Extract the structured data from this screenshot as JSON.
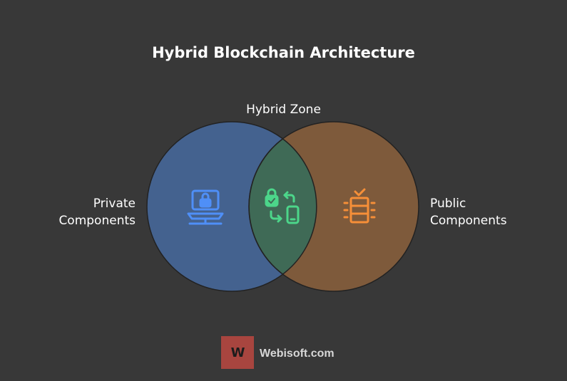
{
  "title": "Hybrid Blockchain Architecture",
  "regions": {
    "hybrid": {
      "label": "Hybrid Zone",
      "icon": "lock-exchange-mobile-icon",
      "color": "#4cd68a"
    },
    "private": {
      "line1": "Private",
      "line2": "Components",
      "icon": "laptop-lock-icon",
      "color": "#4f8ff7"
    },
    "public": {
      "line1": "Public",
      "line2": "Components",
      "icon": "server-check-icon",
      "color": "#f68f38"
    }
  },
  "colors": {
    "background": "#383838",
    "private_fill": "#44628f",
    "public_fill": "#7e5a3b",
    "hybrid_fill": "#3f6a56"
  },
  "brand": {
    "logo_text": "W",
    "name": "Webisoft.com"
  }
}
